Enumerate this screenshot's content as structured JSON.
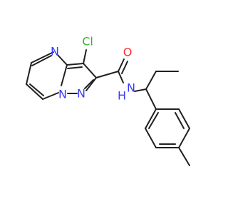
{
  "molecule": {
    "atoms": [
      {
        "symbol": "Cl",
        "color": "#2fb52f"
      },
      {
        "symbol": "N",
        "color": "#3a3aff"
      },
      {
        "symbol": "N",
        "color": "#3a3aff"
      },
      {
        "symbol": "N",
        "color": "#3a3aff"
      },
      {
        "symbol": "O",
        "color": "#ff2a2a"
      },
      {
        "symbol": "N",
        "color": "#3a3aff"
      },
      {
        "symbol": "H",
        "color": "#3a3aff"
      }
    ],
    "bond_color": "#202020"
  }
}
